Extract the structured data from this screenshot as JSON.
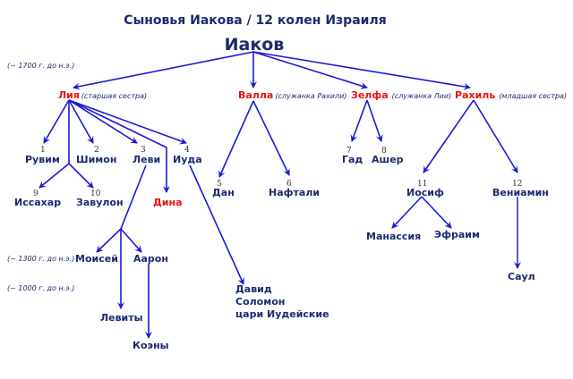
{
  "title": "Сыновья Иакова / 12 колен Израиля",
  "root": "Иаков",
  "eras": [
    "(~ 1700 г. до н.э.)",
    "(~ 1300 г. до н.э.)",
    "(~ 1000 г. до н.э.)"
  ],
  "wives": [
    {
      "name": "Лия",
      "note": "(старшая сестра)"
    },
    {
      "name": "Валла",
      "note": "(служанка Рахили)"
    },
    {
      "name": "Зелфа",
      "note": "(служанка Лии)"
    },
    {
      "name": "Рахиль",
      "note": "(младшая сестра)"
    }
  ],
  "sons": [
    {
      "num": "1",
      "name": "Рувим"
    },
    {
      "num": "2",
      "name": "Шимон"
    },
    {
      "num": "3",
      "name": "Леви"
    },
    {
      "num": "4",
      "name": "Иуда"
    },
    {
      "num": "5",
      "name": "Дан"
    },
    {
      "num": "6",
      "name": "Нафтали"
    },
    {
      "num": "7",
      "name": "Гад"
    },
    {
      "num": "8",
      "name": "Ашер"
    },
    {
      "num": "9",
      "name": "Иссахар"
    },
    {
      "num": "10",
      "name": "Завулон"
    },
    {
      "num": "11",
      "name": "Иосиф"
    },
    {
      "num": "12",
      "name": "Вениамин"
    }
  ],
  "daughter": "Дина",
  "descendants": {
    "moses": "Моисей",
    "aaron": "Аарон",
    "levites": "Левиты",
    "cohens": "Коэны",
    "manasseh": "Манассия",
    "ephraim": "Эфраим",
    "saul": "Саул",
    "david": "Давид",
    "solomon": "Соломон",
    "kings": "цари Иудейские"
  },
  "colors": {
    "text": "#1c2a6e",
    "wife": "#ee1111",
    "arrow": "#1a1ad6"
  }
}
